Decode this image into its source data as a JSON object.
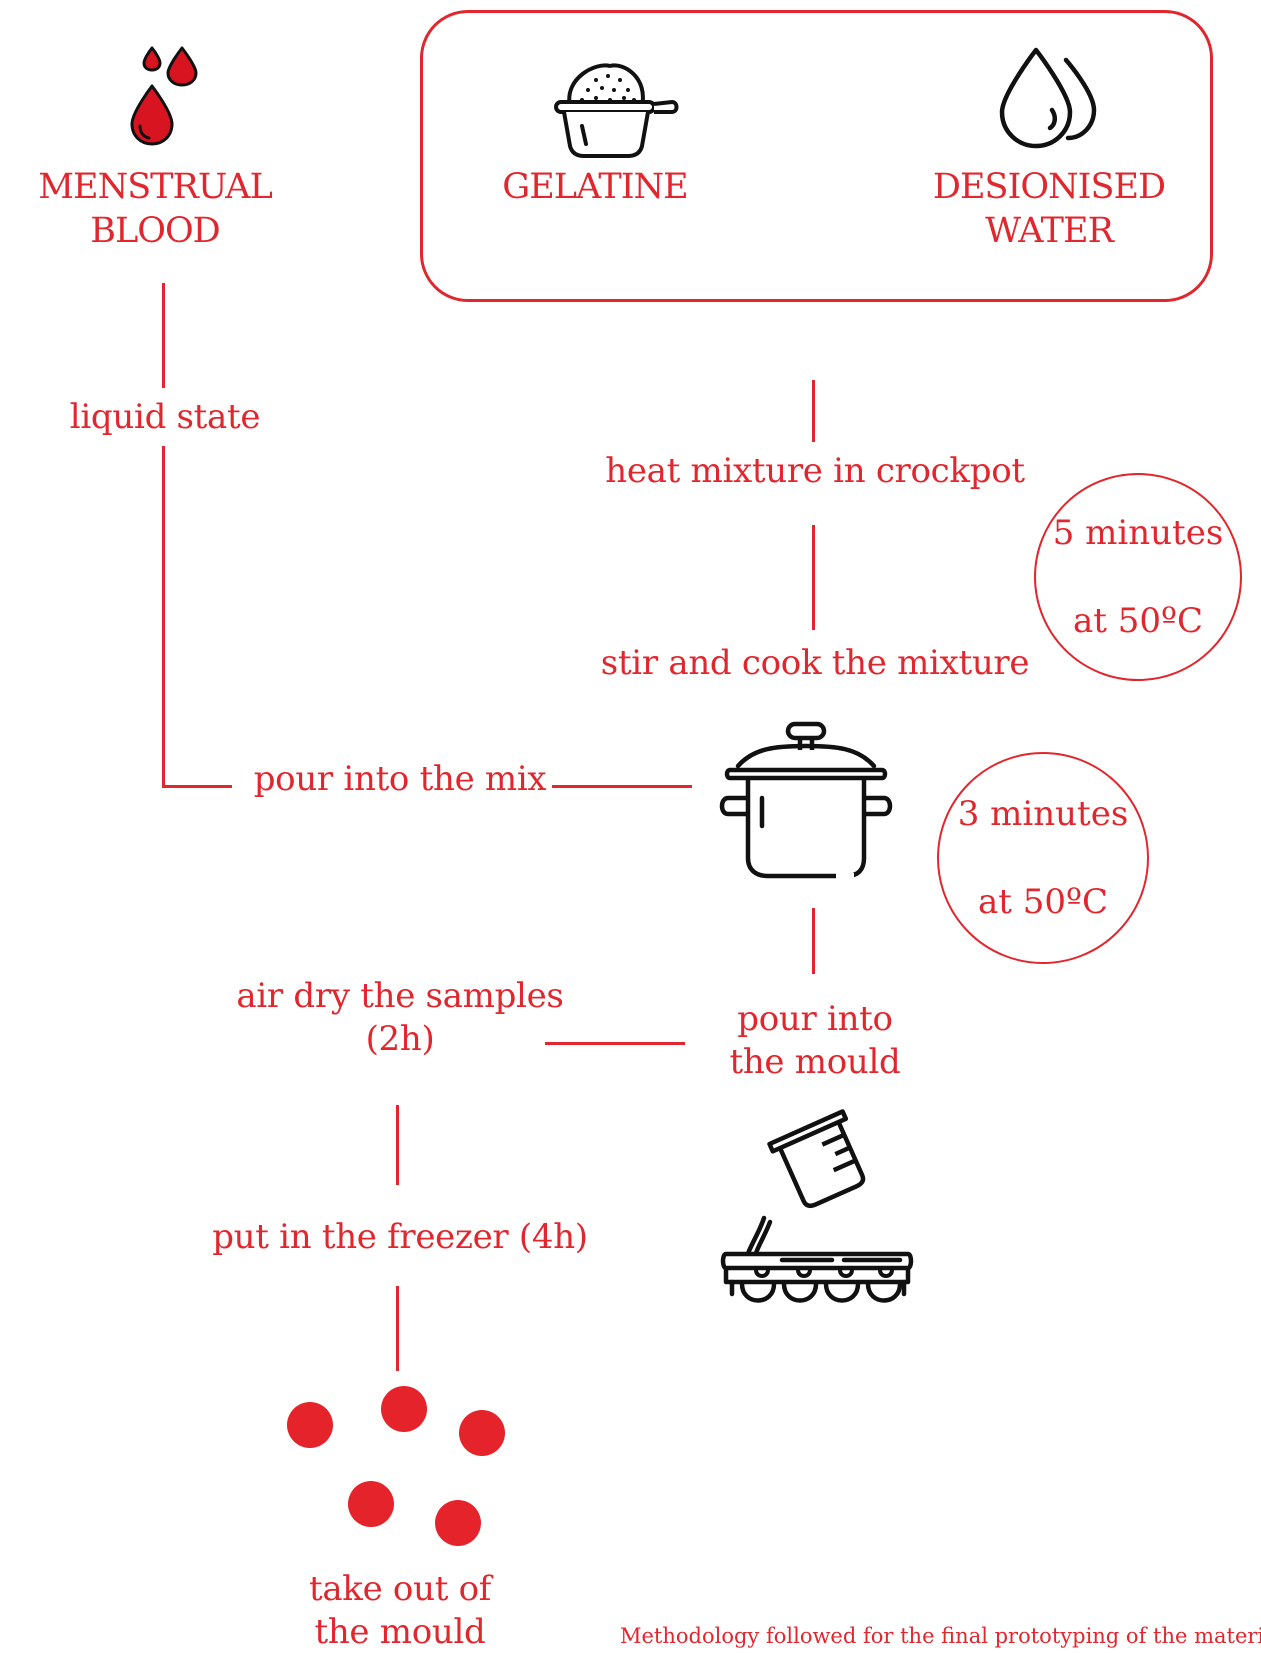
{
  "colors": {
    "accent": "#e1262d",
    "icon_stroke": "#111111",
    "blood_fill": "#d7141f"
  },
  "ingredients": {
    "blood": {
      "line1": "MENSTRUAL",
      "line2": "BLOOD",
      "icon": "blood-drops-icon"
    },
    "gelatine": {
      "label": "GELATINE",
      "icon": "gelatine-scoop-icon"
    },
    "water": {
      "line1": "DESIONISED",
      "line2": "WATER",
      "icon": "water-drops-icon"
    }
  },
  "steps": {
    "liquid_state": "liquid state",
    "heat_mixture": "heat mixture in crockpot",
    "stir_cook": "stir and cook the mixture",
    "pour_mix": "pour into the mix",
    "pour_mould_line1": "pour into",
    "pour_mould_line2": "the mould",
    "air_dry_line1": "air dry the samples",
    "air_dry_line2": "(2h)",
    "freezer": "put in the freezer (4h)",
    "take_out_line1": "take out of",
    "take_out_line2": "the mould"
  },
  "timers": {
    "first": {
      "line1": "5 minutes",
      "line2": "at 50ºC"
    },
    "second": {
      "line1": "3 minutes",
      "line2": "at 50ºC"
    }
  },
  "icons": {
    "pot": "cooking-pot-icon",
    "mould": "pouring-mould-icon",
    "samples": "red-samples-dots"
  },
  "caption": "Methodology followed for the final prototyping of the material."
}
